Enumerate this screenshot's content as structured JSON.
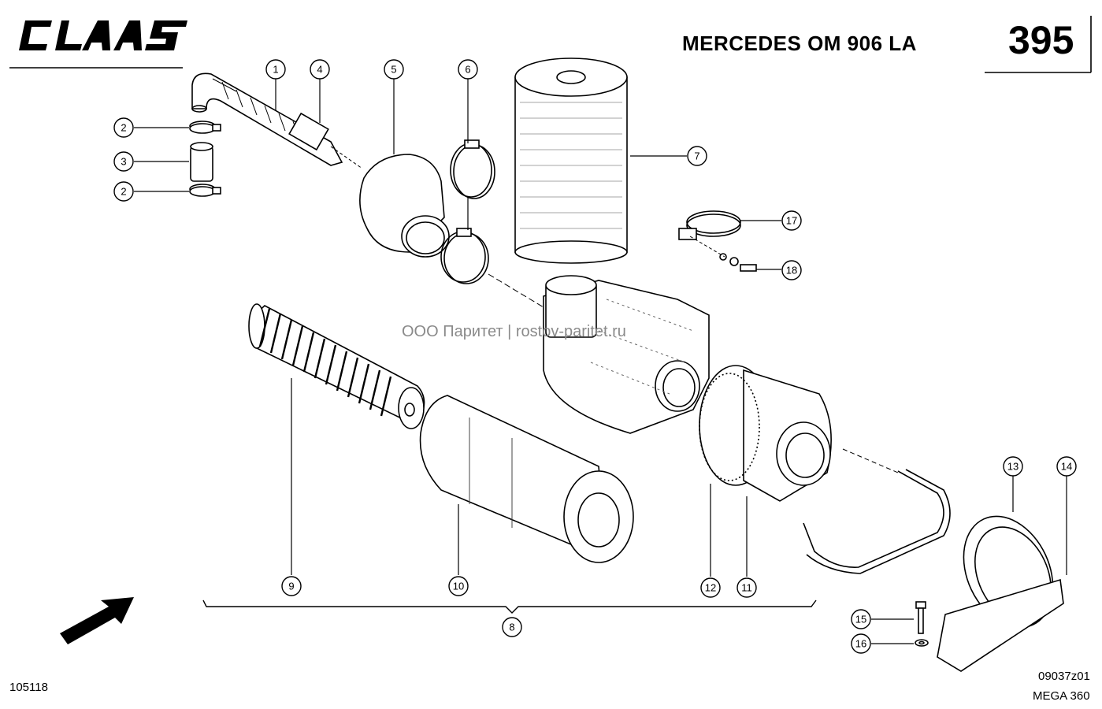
{
  "header": {
    "brand": "CLAAS",
    "engine_title": "MERCEDES OM 906 LA",
    "page_number": "395"
  },
  "footer": {
    "document_number": "105118",
    "drawing_number": "09037z01",
    "model": "MEGA 360"
  },
  "watermark": "ООО Паритет | rostov-paritet.ru",
  "callouts": [
    "1",
    "2",
    "3",
    "2",
    "4",
    "5",
    "6",
    "7",
    "17",
    "18",
    "9",
    "10",
    "8",
    "12",
    "11",
    "13",
    "14",
    "15",
    "16"
  ]
}
